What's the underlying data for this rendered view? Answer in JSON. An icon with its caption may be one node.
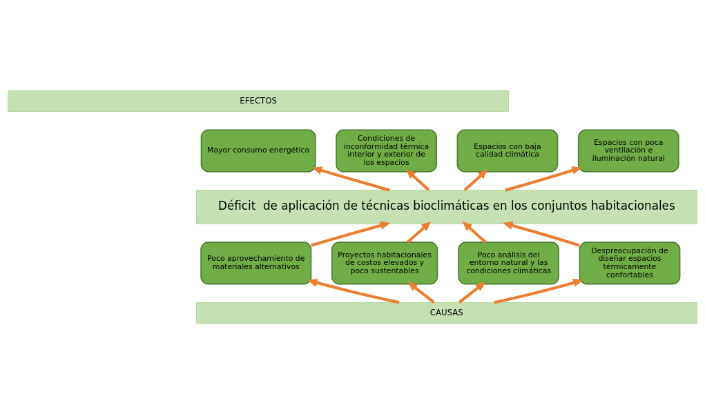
{
  "diagram": {
    "nodes": [
      {
        "text": [
          "EFECTOS"
        ]
      },
      {
        "text": [
          "Mayor consumo energético"
        ]
      },
      {
        "text": [
          "Condiciones de inconformidad térmica interior y exterior de los espacios"
        ]
      },
      {
        "text": [
          "Espacios con baja calidad climática"
        ]
      },
      {
        "text": [
          "Espacios con poca ventilación e iluminación natural"
        ]
      },
      {
        "text": [
          "Déficit  de aplicación de técnicas bioclimáticas en los conjuntos habitacionales"
        ]
      },
      {
        "text": [
          "Poco aprovechamiento de materiales alternativos"
        ]
      },
      {
        "text": [
          "Proyectos habitacionales de costos elevados y poco sustentables"
        ]
      },
      {
        "text": [
          "Poco análisis del entorno natural y las condiciones climáticas"
        ]
      },
      {
        "text": [
          "Despreocupación de diseñar espacios térmicamente confortables"
        ]
      },
      {
        "text": [
          "CAUSAS"
        ]
      }
    ],
    "edges": [
      {
        "from": 5,
        "to": 1,
        "arrow": "to"
      },
      {
        "from": 5,
        "to": 2,
        "arrow": "to"
      },
      {
        "from": 5,
        "to": 3,
        "arrow": "to"
      },
      {
        "from": 5,
        "to": 4,
        "arrow": "to"
      },
      {
        "from": 6,
        "to": 5,
        "arrow": "to"
      },
      {
        "from": 7,
        "to": 5,
        "arrow": "to"
      },
      {
        "from": 8,
        "to": 5,
        "arrow": "to"
      },
      {
        "from": 9,
        "to": 5,
        "arrow": "to"
      },
      {
        "from": 10,
        "to": 6,
        "arrow": "to"
      },
      {
        "from": 10,
        "to": 7,
        "arrow": "to"
      },
      {
        "from": 10,
        "to": 8,
        "arrow": "to"
      },
      {
        "from": 10,
        "to": 9,
        "arrow": "to"
      }
    ]
  }
}
